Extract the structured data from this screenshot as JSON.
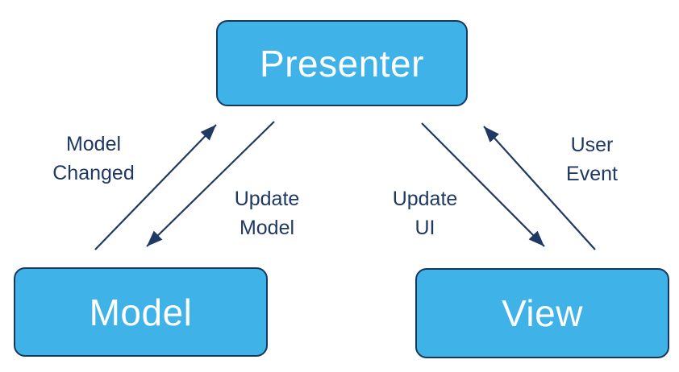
{
  "diagram": {
    "type": "architecture-diagram",
    "subject": "Model-View-Presenter",
    "colors": {
      "box_fill": "#3FB2E8",
      "box_border": "#17375E",
      "box_text": "#FFFFFF",
      "arrow": "#1F3864",
      "label_text": "#1F3864",
      "background": "#FFFFFF"
    },
    "nodes": [
      {
        "id": "presenter",
        "label": "Presenter"
      },
      {
        "id": "model",
        "label": "Model"
      },
      {
        "id": "view",
        "label": "View"
      }
    ],
    "edges": [
      {
        "id": "model-changed",
        "from": "Model",
        "to": "Presenter",
        "label_lines": [
          "Model",
          "Changed"
        ]
      },
      {
        "id": "update-model",
        "from": "Presenter",
        "to": "Model",
        "label_lines": [
          "Update",
          "Model"
        ]
      },
      {
        "id": "update-ui",
        "from": "Presenter",
        "to": "View",
        "label_lines": [
          "Update",
          "UI"
        ]
      },
      {
        "id": "user-event",
        "from": "View",
        "to": "Presenter",
        "label_lines": [
          "User",
          "Event"
        ]
      }
    ]
  }
}
